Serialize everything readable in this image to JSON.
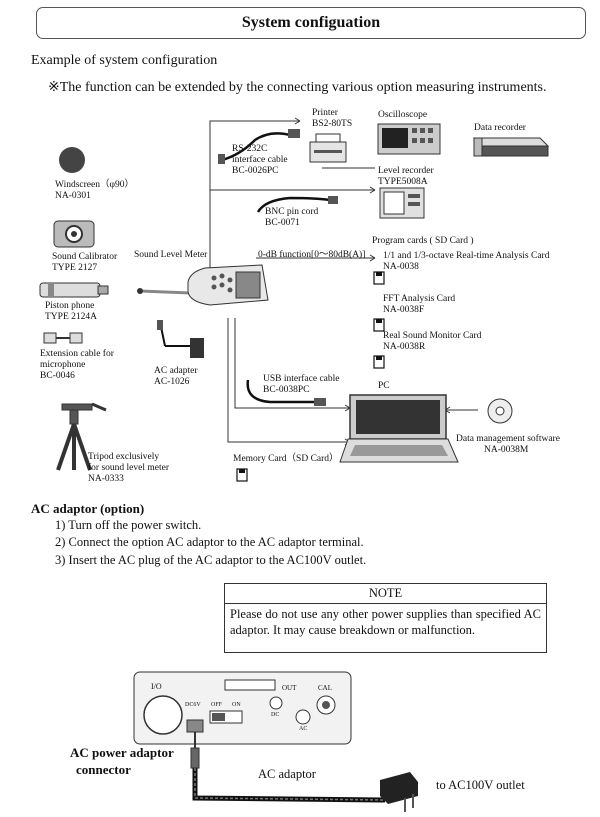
{
  "header": {
    "title": "System configuation"
  },
  "intro": {
    "heading": "Example of system configuration",
    "note": "※The function can be extended by the connecting various option measuring instruments."
  },
  "diagram": {
    "printer": [
      "Printer",
      "BS2-80TS"
    ],
    "rs232": [
      "RS-232C",
      "interface cable",
      "BC-0026PC"
    ],
    "oscilloscope": "Oscilloscope",
    "data_recorder": "Data recorder",
    "level_recorder": [
      "Level recorder",
      "TYPE5008A"
    ],
    "windscreen": [
      "Windscreen（φ90）",
      "NA-0301"
    ],
    "bnc": [
      "BNC pin cord",
      "BC-0071"
    ],
    "calibrator": [
      "Sound Calibrator",
      "TYPE 2127"
    ],
    "slm": "Sound Level Meter",
    "odb": "0-dB function[0～80dB(A)]",
    "program_cards": "Program cards ( SD Card )",
    "card1": [
      "1/1 and 1/3-octave Real-time Analysis Card",
      "NA-0038"
    ],
    "card2": [
      "FFT Analysis Card",
      "NA-0038F"
    ],
    "card3": [
      "Real Sound Monitor Card",
      "NA-0038R"
    ],
    "piston": [
      "Piston phone",
      "TYPE 2124A"
    ],
    "extension": [
      "Extension cable for",
      "microphone",
      "BC-0046"
    ],
    "ac_adapter": [
      "AC adapter",
      "AC-1026"
    ],
    "usb": [
      "USB interface cable",
      "BC-0038PC"
    ],
    "pc": "PC",
    "software": [
      "Data management software",
      "NA-0038M"
    ],
    "tripod": [
      "Tripod exclusively",
      "for sound level meter",
      "NA-0333"
    ],
    "memory_card": "Memory Card（SD Card）"
  },
  "ac_section": {
    "heading": "AC adaptor (option)",
    "steps": [
      "1) Turn off the power switch.",
      "2) Connect the option AC adaptor to the AC adaptor terminal.",
      "3) Insert the AC plug of the AC adaptor to the AC100V outlet."
    ]
  },
  "note": {
    "title": "NOTE",
    "text": "Please do not use any other power supplies than specified AC adaptor. It may cause breakdown or malfunction."
  },
  "panel": {
    "io": "I/O",
    "dc6v": "DC6V",
    "off": "OFF",
    "on": "ON",
    "out": "OUT",
    "cal": "CAL",
    "dc": "DC",
    "ac": "AC",
    "connector_label": [
      "AC power adaptor",
      "connector"
    ],
    "cable_label": "AC adaptor",
    "outlet_label": "to AC100V outlet"
  }
}
